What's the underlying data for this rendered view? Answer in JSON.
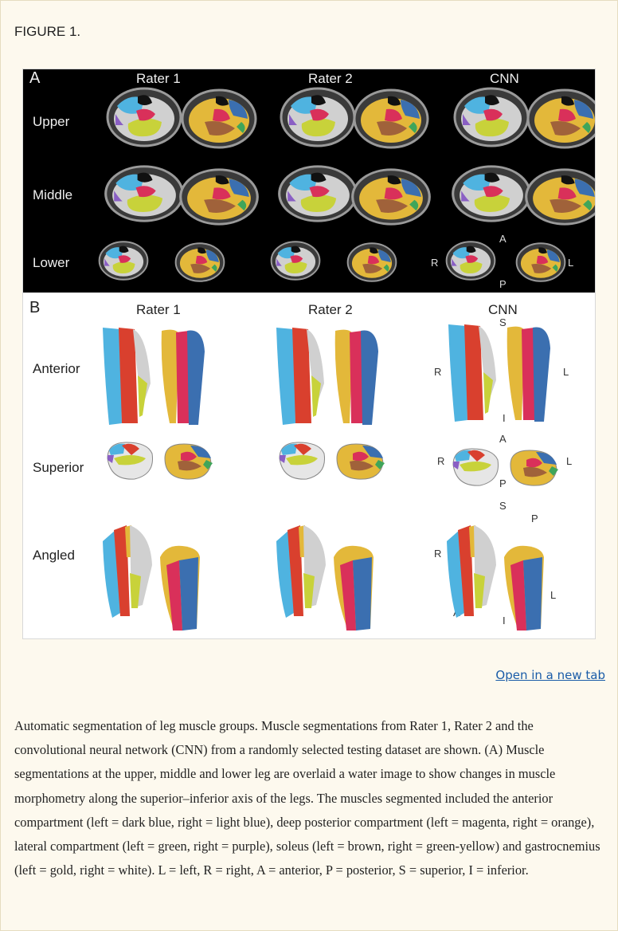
{
  "figure_label": "FIGURE 1.",
  "panel_a": {
    "letter": "A",
    "columns": [
      "Rater 1",
      "Rater 2",
      "CNN"
    ],
    "rows": [
      "Upper",
      "Middle",
      "Lower"
    ],
    "directions": {
      "anterior": "A",
      "posterior": "P",
      "right": "R",
      "left": "L"
    }
  },
  "panel_b": {
    "letter": "B",
    "columns": [
      "Rater 1",
      "Rater 2",
      "CNN"
    ],
    "rows": [
      "Anterior",
      "Superior",
      "Angled"
    ],
    "directions": {
      "anterior_view": {
        "superior": "S",
        "inferior": "I",
        "right": "R",
        "left": "L"
      },
      "superior_view": {
        "anterior": "A",
        "posterior": "P",
        "right": "R",
        "left": "L"
      },
      "angled_view": {
        "superior": "S",
        "posterior": "P",
        "right": "R",
        "anterior": "A",
        "left": "L",
        "inferior": "I"
      }
    }
  },
  "colors": {
    "dark_blue": "#3b6fb0",
    "light_blue": "#4fb3e0",
    "magenta": "#d9305a",
    "orange": "#e8a23a",
    "green": "#3fa55a",
    "purple": "#8a5fc4",
    "brown": "#a0623a",
    "green_yellow": "#c8d23a",
    "gold": "#e3b83a",
    "white": "#dcdcdc",
    "red": "#d9402e"
  },
  "link_text": "Open in a new tab",
  "caption": "Automatic segmentation of leg muscle groups. Muscle segmentations from Rater 1, Rater 2 and the convolutional neural network (CNN) from a randomly selected testing dataset are shown. (A) Muscle segmentations at the upper, middle and lower leg are overlaid a water image to show changes in muscle morphometry along the superior–inferior axis of the legs. The muscles segmented included the anterior compartment (left = dark blue, right = light blue), deep posterior compartment (left = magenta, right = orange), lateral compartment (left = green, right = purple), soleus (left = brown, right = green-yellow) and gastrocnemius (left = gold, right = white). L = left, R = right, A = anterior, P = posterior, S = superior, I = inferior."
}
